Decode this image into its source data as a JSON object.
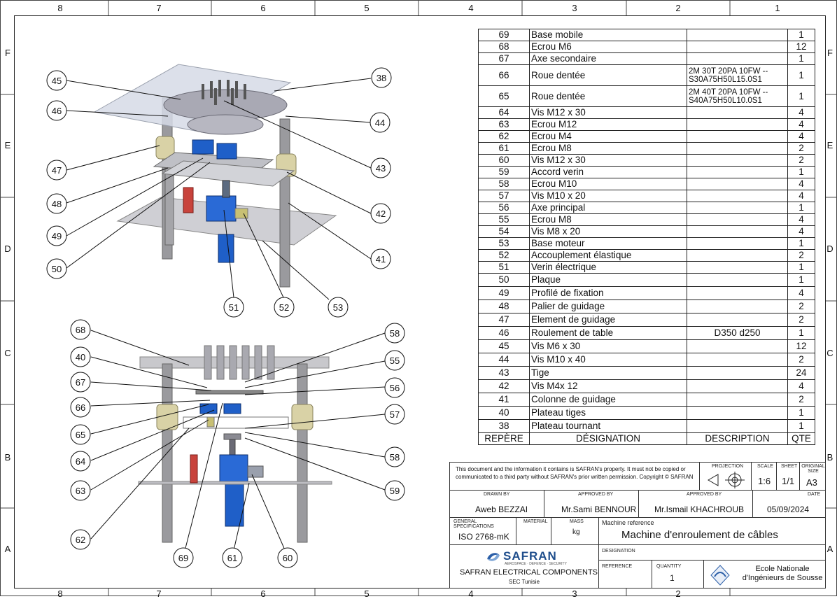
{
  "zones": {
    "columns": [
      "8",
      "7",
      "6",
      "5",
      "4",
      "3",
      "2",
      "1"
    ],
    "rows": [
      "F",
      "E",
      "D",
      "C",
      "B",
      "A"
    ]
  },
  "balloons_top": [
    "45",
    "46",
    "47",
    "48",
    "49",
    "50",
    "38",
    "44",
    "43",
    "42",
    "41",
    "51",
    "52",
    "53"
  ],
  "balloons_bottom": [
    "68",
    "40",
    "67",
    "66",
    "65",
    "64",
    "63",
    "62",
    "69",
    "61",
    "60",
    "58",
    "55",
    "56",
    "57",
    "58",
    "59"
  ],
  "bom": {
    "header": [
      "REPÈRE",
      "DÉSIGNATION",
      "DESCRIPTION",
      "QTE"
    ],
    "rows": [
      {
        "ref": "69",
        "designation": "Base mobile",
        "description": "",
        "qty": "1"
      },
      {
        "ref": "68",
        "designation": "Ecrou M6",
        "description": "",
        "qty": "12"
      },
      {
        "ref": "67",
        "designation": "Axe secondaire",
        "description": "",
        "qty": "1"
      },
      {
        "ref": "66",
        "designation": "Roue dentée",
        "description": "2M 30T 20PA 10FW --S30A75H50L15.0S1",
        "qty": "1"
      },
      {
        "ref": "65",
        "designation": "Roue dentée",
        "description": "2M 40T 20PA 10FW --S40A75H50L10.0S1",
        "qty": "1"
      },
      {
        "ref": "64",
        "designation": "Vis M12 x 30",
        "description": "",
        "qty": "4"
      },
      {
        "ref": "63",
        "designation": "Ecrou M12",
        "description": "",
        "qty": "4"
      },
      {
        "ref": "62",
        "designation": "Ecrou M4",
        "description": "",
        "qty": "4"
      },
      {
        "ref": "61",
        "designation": "Ecrou M8",
        "description": "",
        "qty": "2"
      },
      {
        "ref": "60",
        "designation": "Vis M12 x 30",
        "description": "",
        "qty": "2"
      },
      {
        "ref": "59",
        "designation": "Accord verin",
        "description": "",
        "qty": "1"
      },
      {
        "ref": "58",
        "designation": "Ecrou M10",
        "description": "",
        "qty": "4"
      },
      {
        "ref": "57",
        "designation": "Vis M10 x 20",
        "description": "",
        "qty": "4"
      },
      {
        "ref": "56",
        "designation": "Axe principal",
        "description": "",
        "qty": "1"
      },
      {
        "ref": "55",
        "designation": "Ecrou M8",
        "description": "",
        "qty": "4"
      },
      {
        "ref": "54",
        "designation": "Vis M8 x 20",
        "description": "",
        "qty": "4"
      },
      {
        "ref": "53",
        "designation": "Base moteur",
        "description": "",
        "qty": "1"
      },
      {
        "ref": "52",
        "designation": "Accouplement élastique",
        "description": "",
        "qty": "2"
      },
      {
        "ref": "51",
        "designation": "Verin électrique",
        "description": "",
        "qty": "1"
      },
      {
        "ref": "50",
        "designation": "Plaque",
        "description": "",
        "qty": "1"
      },
      {
        "ref": "49",
        "designation": "Profilé de fixation",
        "description": "",
        "qty": "4"
      },
      {
        "ref": "48",
        "designation": "Palier de guidage",
        "description": "",
        "qty": "2"
      },
      {
        "ref": "47",
        "designation": "Element de guidage",
        "description": "",
        "qty": "2"
      },
      {
        "ref": "46",
        "designation": "Roulement de table",
        "description": "D350 d250",
        "qty": "1"
      },
      {
        "ref": "45",
        "designation": "Vis M6 x 30",
        "description": "",
        "qty": "12"
      },
      {
        "ref": "44",
        "designation": "Vis M10 x 40",
        "description": "",
        "qty": "2"
      },
      {
        "ref": "43",
        "designation": "Tige",
        "description": "",
        "qty": "24"
      },
      {
        "ref": "42",
        "designation": "Vis M4x 12",
        "description": "",
        "qty": "4"
      },
      {
        "ref": "41",
        "designation": "Colonne de guidage",
        "description": "",
        "qty": "2"
      },
      {
        "ref": "40",
        "designation": "Plateau tiges",
        "description": "",
        "qty": "1"
      },
      {
        "ref": "38",
        "designation": "Plateau tournant",
        "description": "",
        "qty": "1"
      }
    ]
  },
  "title_block": {
    "notice": "This document and the information it contains is SAFRAN's property. It must not be copied or communicated to a third party without SAFRAN's prior written permission. Copyright © SAFRAN",
    "projection_label": "PROJECTION",
    "scale_label": "SCALE",
    "scale": "1:6",
    "sheet_label": "SHEET",
    "sheet": "1/1",
    "size_label": "ORIGINAL SIZE",
    "size": "A3",
    "drawn_by_label": "DRAWN BY",
    "drawn_by": "Aweb BEZZAI",
    "approved_by_label_1": "APPROVED BY",
    "approved_by_1": "Mr.Sami BENNOUR",
    "approved_by_label_2": "APPROVED BY",
    "approved_by_2": "Mr.Ismail KHACHROUB",
    "date_label": "DATE",
    "date": "05/09/2024",
    "gen_spec_label": "GENERAL SPECIFICATIONS",
    "gen_spec": "ISO 2768-mK",
    "material_label": "MATERIAL",
    "material": "",
    "mass_label": "MASS",
    "mass": "kg",
    "machine_ref_label": "Machine reference",
    "machine_ref": "Machine d'enroulement de câbles",
    "designation_label": "DESIGNATION",
    "reference_label": "REFERENCE",
    "quantity_label": "QUANTITY",
    "quantity": "1",
    "logo_text": "SAFRAN",
    "logo_tagline": "AEROSPACE · DEFENCE · SECURITY",
    "company": "SAFRAN ELECTRICAL COMPONENTS",
    "company_sub": "SEC Tunisie",
    "school": "Ecole Nationale d'Ingénieurs de Sousse"
  },
  "colors": {
    "line": "#222222",
    "actuator_blue": "#1f5fc8",
    "cylinder_tan": "#d9d2a6",
    "plate_gray": "#c8c8cc",
    "transparent_plate": "#d6dbe6"
  }
}
